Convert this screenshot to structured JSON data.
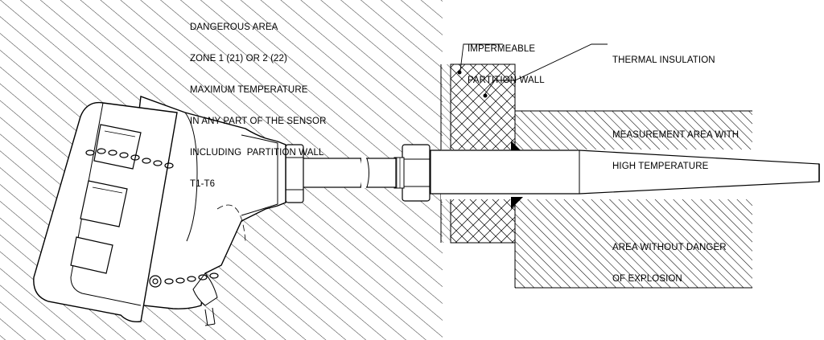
{
  "labels": {
    "dangerous_area": [
      "DANGEROUS AREA",
      "ZONE 1 (21) OR 2 (22)",
      "MAXIMUM TEMPERATURE",
      "IN ANY PART OF THE SENSOR",
      "INCLUDING  PARTITION WALL",
      "T1-T6"
    ],
    "partition_wall": [
      "IMPERMEABLE",
      "PARTITION WALL"
    ],
    "thermal_insulation": "THERMAL INSULATION",
    "measurement_area": [
      "MEASUREMENT AREA WITH",
      "HIGH TEMPERATURE"
    ],
    "safe_area": [
      "AREA WITHOUT DANGER",
      "OF EXPLOSION"
    ]
  }
}
